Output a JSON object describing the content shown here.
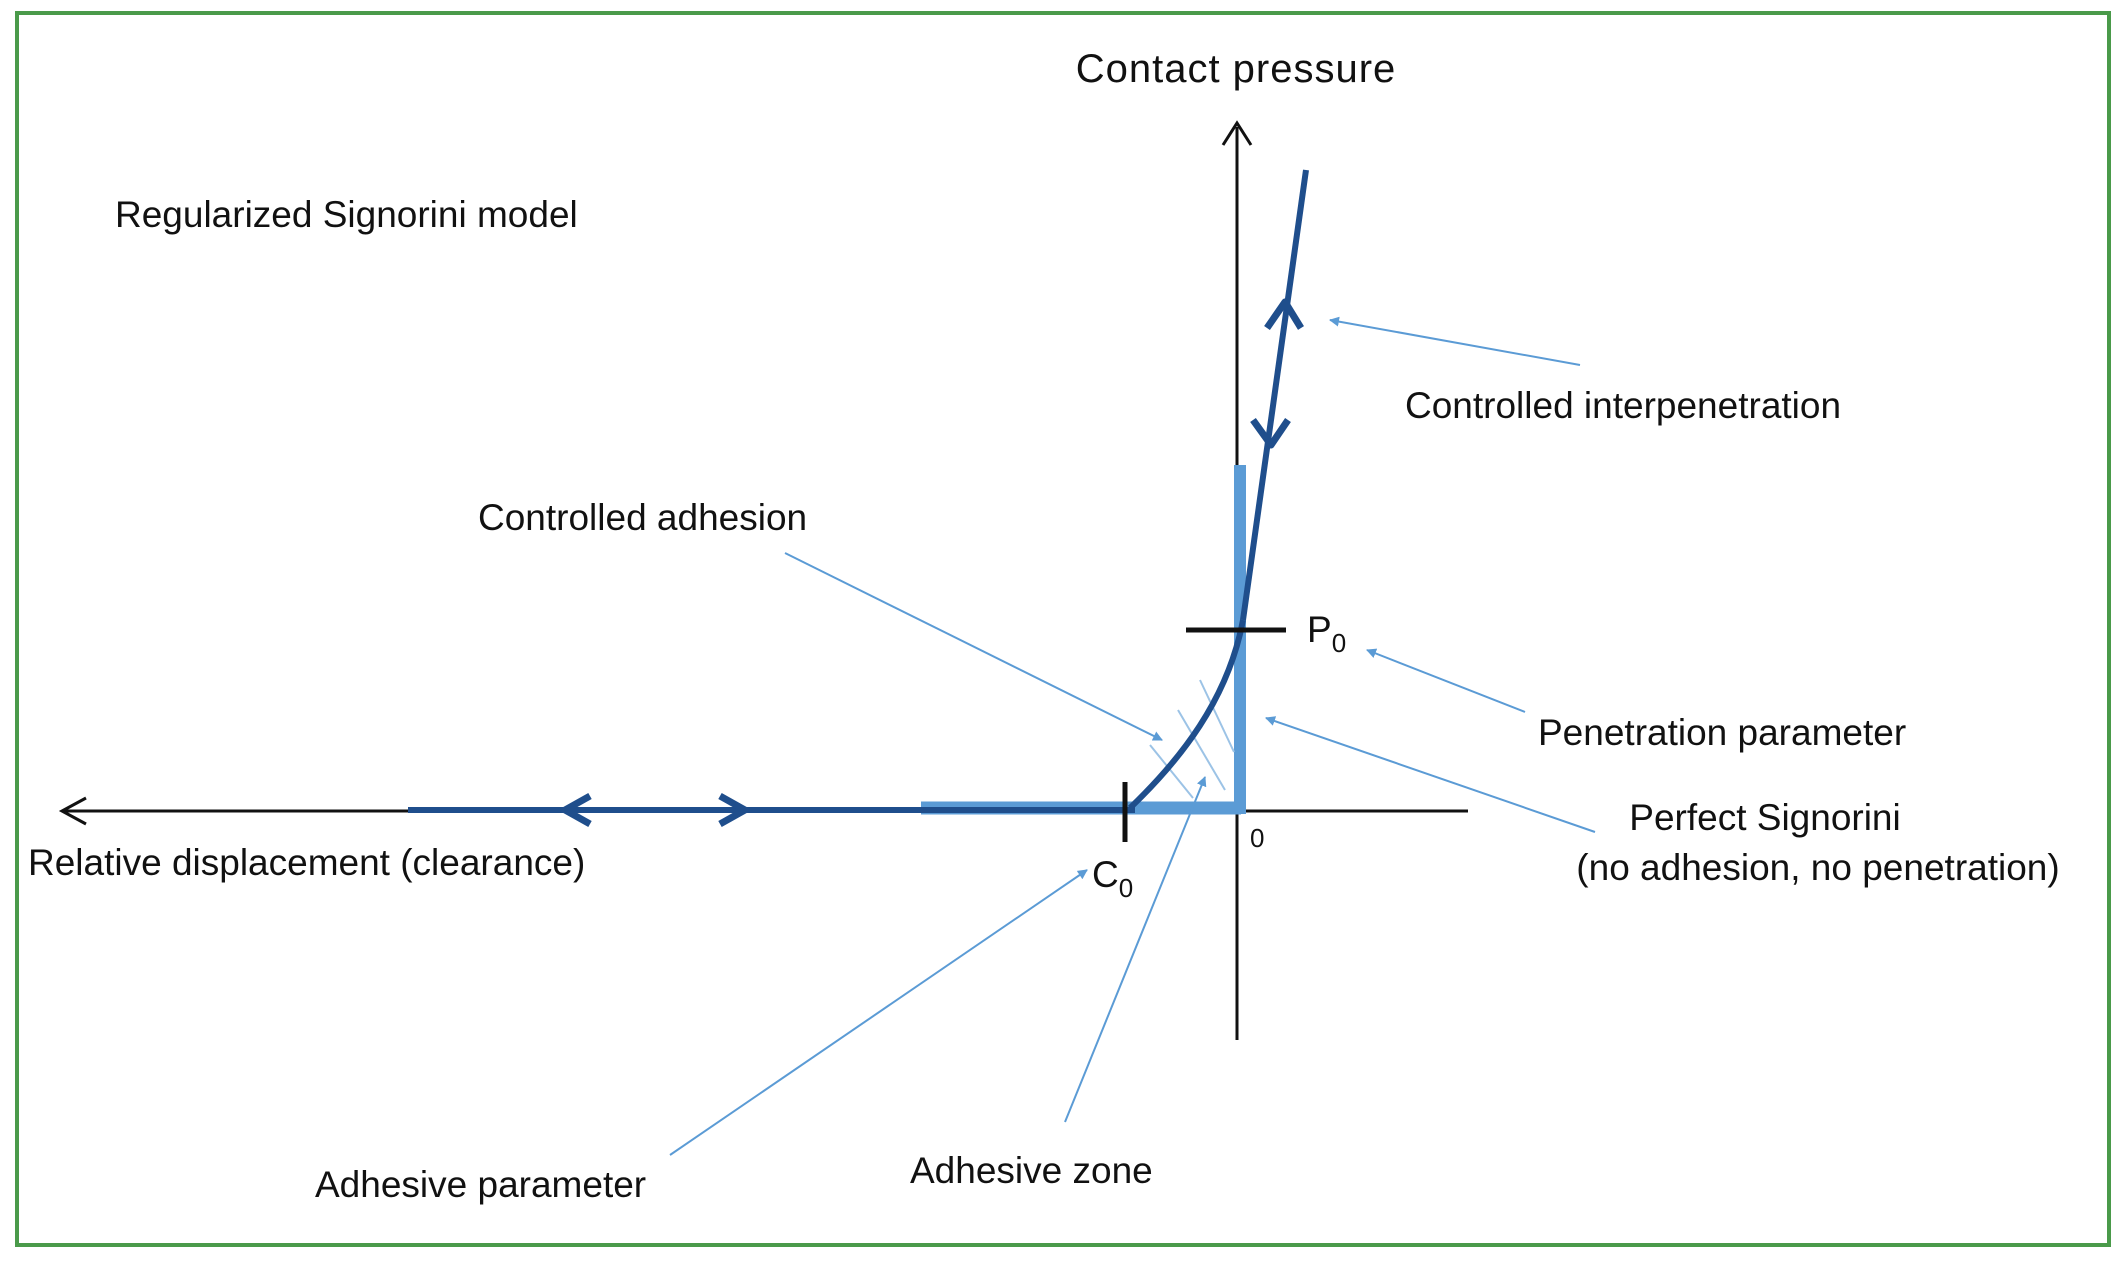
{
  "colors": {
    "frame": "#4a9a4a",
    "axis": "#111111",
    "regularized_curve": "#1f4e8c",
    "perfect_signorini": "#5b9bd5",
    "leader_lines": "#5b9bd5"
  },
  "labels": {
    "model_title": "Regularized Signorini model",
    "y_axis": "Contact pressure",
    "x_axis": "Relative displacement (clearance)",
    "origin": "0",
    "p0_main": "P",
    "p0_sub": "0",
    "c0_main": "C",
    "c0_sub": "0",
    "controlled_interpenetration": "Controlled interpenetration",
    "controlled_adhesion": "Controlled adhesion",
    "penetration_parameter": "Penetration parameter",
    "perfect_signorini_line1": "Perfect Signorini",
    "perfect_signorini_line2": "(no adhesion, no penetration)",
    "adhesive_parameter": "Adhesive parameter",
    "adhesive_zone": "Adhesive zone"
  }
}
